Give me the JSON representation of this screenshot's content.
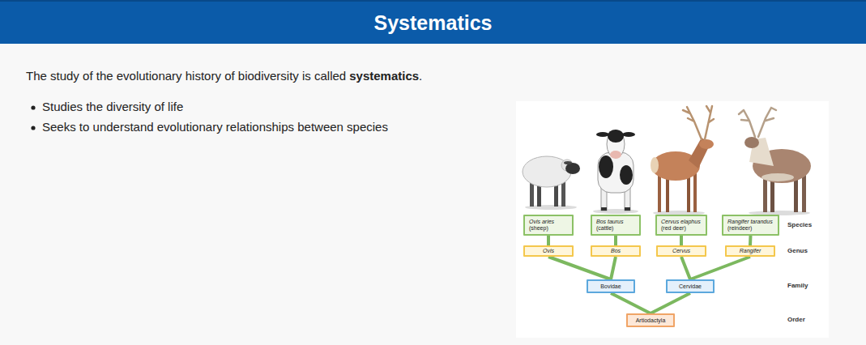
{
  "diagram": {
    "title": "Systematics",
    "nodes": [
      {
        "text": [
          "Ovis aries",
          "(sheep)"
        ]
      },
      {
        "text": [
          "Bos taurus",
          "(cattle)"
        ]
      },
      {
        "text": [
          "Cervus elaphus",
          "(red deer)"
        ]
      },
      {
        "text": [
          "Rangifer tarandus",
          "(reindeer)"
        ]
      },
      {
        "text": [
          "Ovis"
        ]
      },
      {
        "text": [
          "Bos"
        ]
      },
      {
        "text": [
          "Cervus"
        ]
      },
      {
        "text": [
          "Rangifer"
        ]
      },
      {
        "text": [
          "Bovidae"
        ]
      },
      {
        "text": [
          "Cervidae"
        ]
      },
      {
        "text": [
          "Artiodactyla"
        ]
      }
    ],
    "edges": [
      {
        "from": 0,
        "to": 4,
        "arrow": "none"
      },
      {
        "from": 1,
        "to": 5,
        "arrow": "none"
      },
      {
        "from": 2,
        "to": 6,
        "arrow": "none"
      },
      {
        "from": 3,
        "to": 7,
        "arrow": "none"
      },
      {
        "from": 4,
        "to": 8,
        "arrow": "none"
      },
      {
        "from": 5,
        "to": 8,
        "arrow": "none"
      },
      {
        "from": 6,
        "to": 9,
        "arrow": "none"
      },
      {
        "from": 7,
        "to": 9,
        "arrow": "none"
      },
      {
        "from": 8,
        "to": 10,
        "arrow": "none"
      },
      {
        "from": 9,
        "to": 10,
        "arrow": "none"
      }
    ],
    "labels": [
      "The study of the evolutionary history of biodiversity is called",
      "systematics",
      ".",
      "Studies the diversity of life",
      "Seeks to understand evolutionary relationships between species",
      "Species",
      "Genus",
      "Family",
      "Order"
    ]
  }
}
